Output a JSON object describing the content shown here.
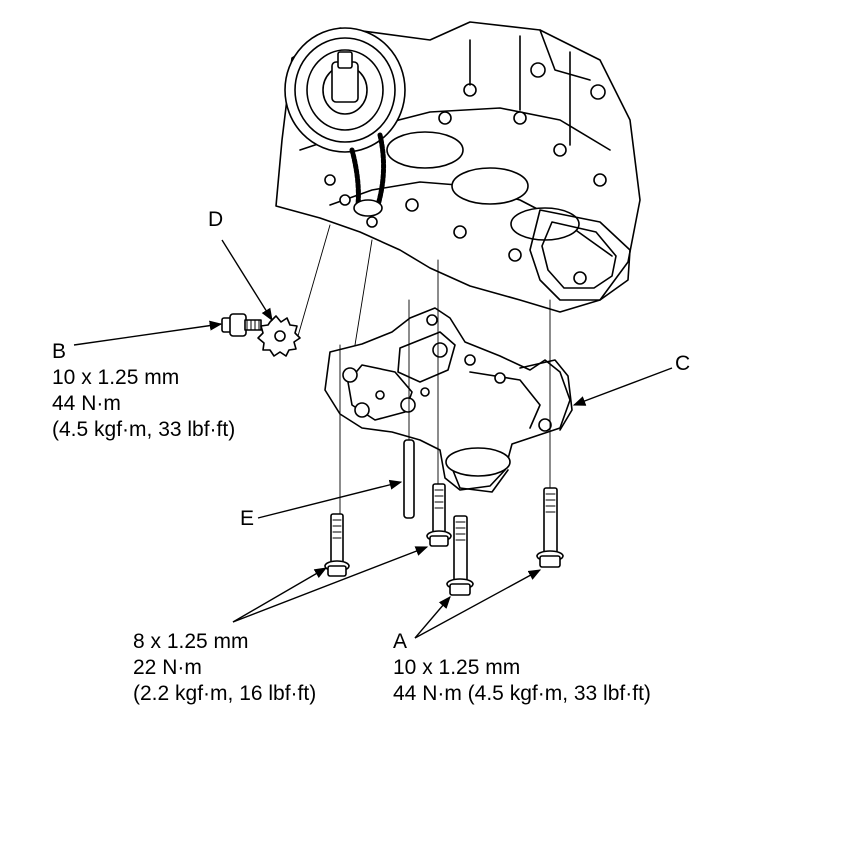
{
  "callouts": {
    "A": {
      "letter": "A",
      "size": "10 x 1.25 mm",
      "torque": "44 N·m (4.5 kgf·m, 33 lbf·ft)"
    },
    "B": {
      "letter": "B",
      "size": "10 x 1.25 mm",
      "torque_nm": "44 N·m",
      "torque_alt": "(4.5 kgf·m, 33 lbf·ft)"
    },
    "C": {
      "letter": "C"
    },
    "D": {
      "letter": "D"
    },
    "E": {
      "letter": "E"
    },
    "small_bolts": {
      "size": "8 x 1.25 mm",
      "torque_nm": "22 N·m",
      "torque_alt": "(2.2 kgf·m, 16 lbf·ft)"
    }
  }
}
